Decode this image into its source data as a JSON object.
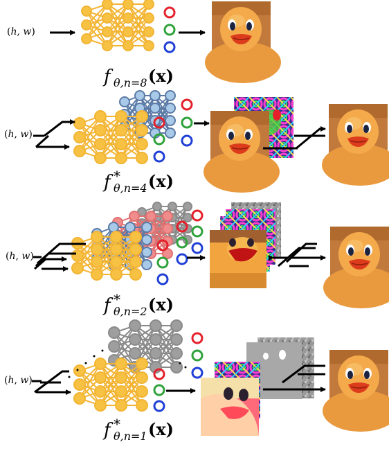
{
  "colors": {
    "yellow_node": "#f7c243",
    "yellow_edge": "#f3b433",
    "blue_node": "#5b7aa6",
    "light_blue_node": "#a9c9e8",
    "pink_node": "#f08c8c",
    "gray_node": "#9e9e9e",
    "out_red": "#e4202b",
    "out_green": "#2fa23b",
    "out_blue": "#1f3fd6",
    "duck_bg": "#c27a3c",
    "duck_body": "#f4a94a",
    "duck_beak": "#dc3c1c"
  },
  "input_label": {
    "h": "h",
    "w": "w"
  },
  "rows": [
    {
      "f": "f",
      "star": "",
      "sub": "θ,n=8",
      "x": "(x)"
    },
    {
      "f": "f",
      "star": "*",
      "sub": "θ,n=4",
      "x": "(x)"
    },
    {
      "f": "f",
      "star": "*",
      "sub": "θ,n=2",
      "x": "(x)"
    },
    {
      "f": "f",
      "star": "*",
      "sub": "θ,n=1",
      "x": "(x)"
    }
  ]
}
